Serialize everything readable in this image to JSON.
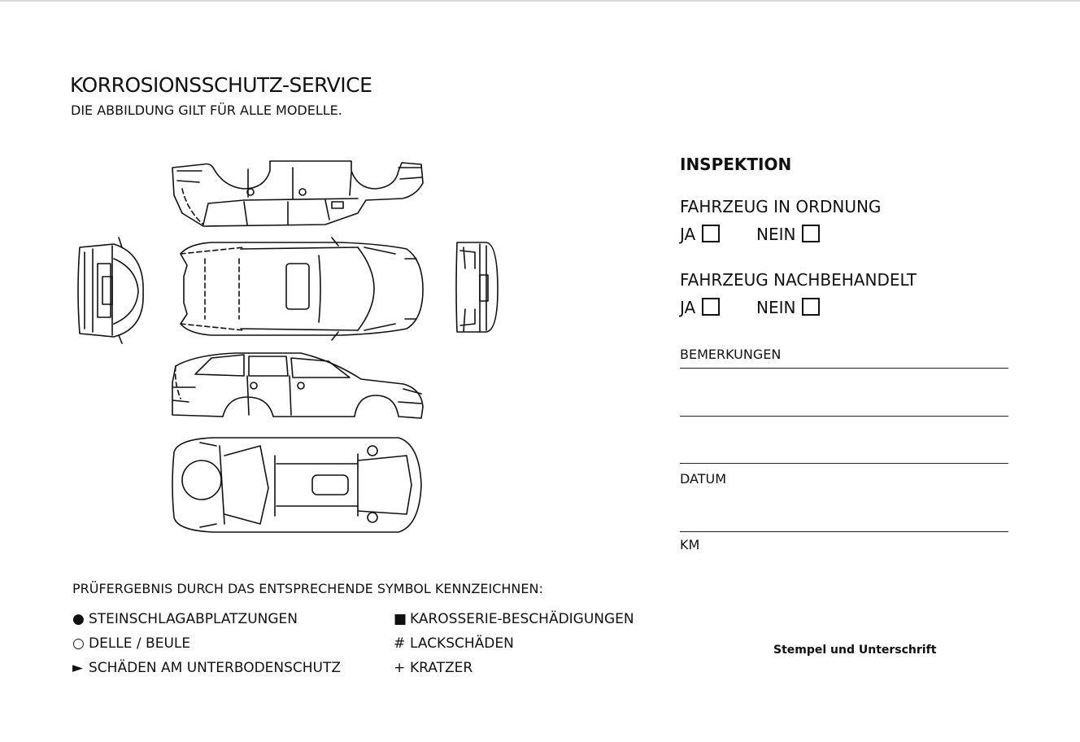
{
  "header": {
    "title": "KORROSIONSSCHUTZ-SERVICE",
    "subtitle": "DIE ABBILDUNG GILT FÜR ALLE MODELLE."
  },
  "inspection": {
    "heading": "INSPEKTION",
    "q1": {
      "label": "FAHRZEUG IN ORDNUNG",
      "yes": "JA",
      "no": "NEIN"
    },
    "q2": {
      "label": "FAHRZEUG NACHBEHANDELT",
      "yes": "JA",
      "no": "NEIN"
    },
    "remarks_label": "BEMERKUNGEN",
    "date_label": "DATUM",
    "km_label": "KM",
    "stamp_label": "Stempel und Unterschrift"
  },
  "legend": {
    "heading": "PRÜFERGEBNIS DURCH DAS ENTSPRECHENDE SYMBOL KENNZEICHNEN:",
    "items": [
      {
        "symbol": "●",
        "text": "STEINSCHLAGABPLATZUNGEN"
      },
      {
        "symbol": "○",
        "text": "DELLE / BEULE"
      },
      {
        "symbol": "►",
        "text": "SCHÄDEN AM UNTERBODENSCHUTZ"
      },
      {
        "symbol": "■",
        "text": "KAROSSERIE-BESCHÄDIGUNGEN"
      },
      {
        "symbol": "#",
        "text": "LACKSCHÄDEN"
      },
      {
        "symbol": "+",
        "text": "KRATZER"
      }
    ]
  }
}
